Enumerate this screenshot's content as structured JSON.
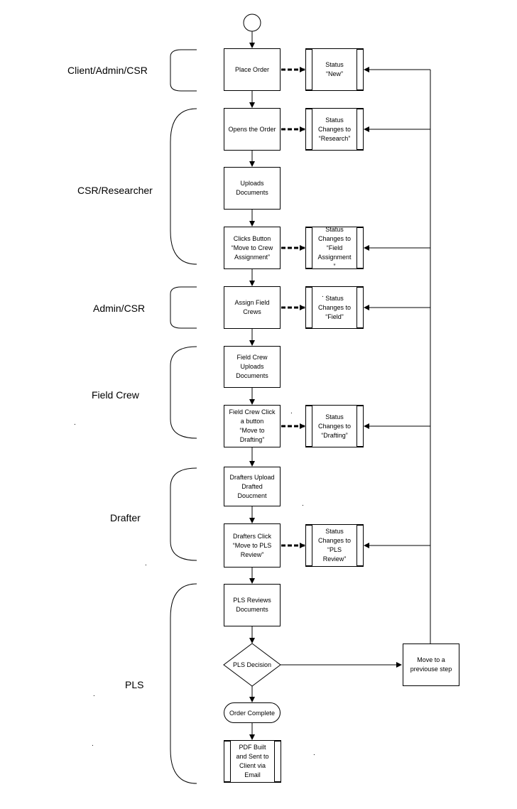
{
  "lanes": [
    {
      "label": "Client/Admin/CSR"
    },
    {
      "label": "CSR/Researcher"
    },
    {
      "label": "Admin/CSR"
    },
    {
      "label": "Field Crew"
    },
    {
      "label": "Drafter"
    },
    {
      "label": "PLS"
    }
  ],
  "steps": {
    "place_order": "Place Order",
    "opens_order": "Opens the Order",
    "uploads_documents": "Uploads\nDocuments",
    "clicks_button": "Clicks Button\n“Move to Crew\nAssignment”",
    "assign_field_crews": "Assign Field\nCrews",
    "field_crew_uploads": "Field Crew\nUploads\nDocuments",
    "field_crew_click": "Field Crew Click\na button\n“Move to\nDrafting”",
    "drafters_upload": "Drafters Upload\nDrafted\nDoucment",
    "drafters_click": "Drafters Click\n“Move to PLS\nReview”",
    "pls_reviews": "PLS Reviews\nDocuments",
    "pls_decision": "PLS Decision",
    "order_complete": "Order Complete",
    "pdf_built": "PDF Built\nand Sent to\nClient via\nEmail"
  },
  "statuses": {
    "new": "Status\n“New”",
    "research": "Status\nChanges to\n“Research”",
    "field_assignment": "Status\nChanges to\n“Field\nAssignment\n”",
    "field": "Status\nChanges to\n“Field”",
    "drafting": "Status\nChanges to\n“Drafting”",
    "pls_review": "Status\nChanges to\n“PLS\nReview”"
  },
  "move_back": "Move to a\npreviouse step",
  "stray_marks": [
    ".",
    ".",
    ".",
    ".",
    ".",
    ".",
    ".",
    "."
  ]
}
